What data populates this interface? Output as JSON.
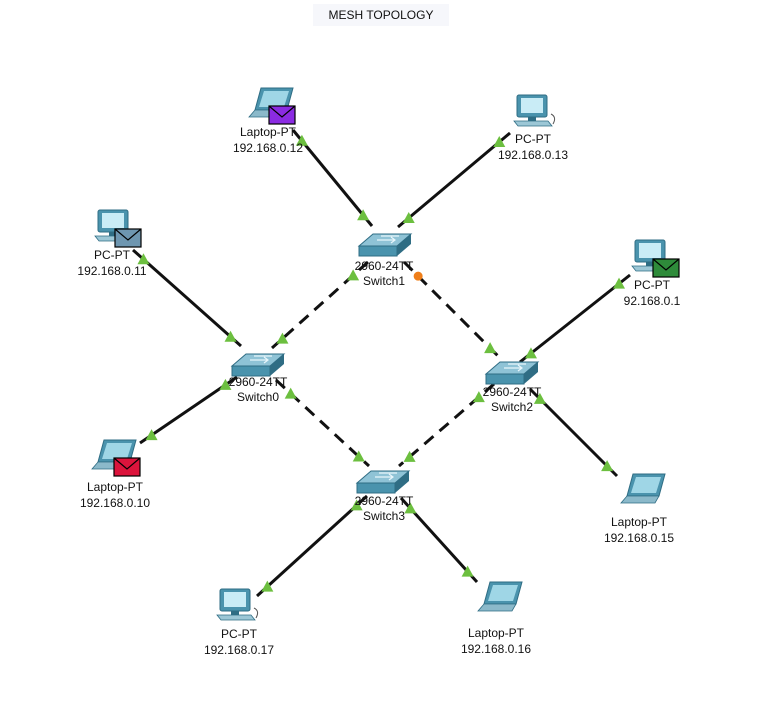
{
  "title": "MESH TOPOLOGY",
  "colors": {
    "link": "#111111",
    "link_up": "#6cbf3f",
    "link_pending": "#ef7f1a",
    "device": "#4a93ad",
    "device_dark": "#2f6d84",
    "envelope_purple": "#8b2be2",
    "envelope_blue": "#6e96b0",
    "envelope_green": "#2e8b3a",
    "envelope_red": "#dc143c"
  },
  "switches": [
    {
      "id": "sw1",
      "model": "2960-24TT",
      "name": "Switch1"
    },
    {
      "id": "sw0",
      "model": "2960-24TT",
      "name": "Switch0"
    },
    {
      "id": "sw2",
      "model": "2960-24TT",
      "name": "Switch2"
    },
    {
      "id": "sw3",
      "model": "2960-24TT",
      "name": "Switch3"
    }
  ],
  "end_devices": [
    {
      "id": "lap12",
      "type": "laptop",
      "label": "Laptop-PT",
      "ip": "192.168.0.12",
      "envelope": "purple"
    },
    {
      "id": "pc13",
      "type": "pc",
      "label": "PC-PT",
      "ip": "192.168.0.13",
      "envelope": ""
    },
    {
      "id": "pc11",
      "type": "pc",
      "label": "PC-PT",
      "ip": "192.168.0.11",
      "envelope": "blue"
    },
    {
      "id": "pc14",
      "type": "pc",
      "label": "PC-PT",
      "ip": "92.168.0.1",
      "envelope": "green"
    },
    {
      "id": "lap10",
      "type": "laptop",
      "label": "Laptop-PT",
      "ip": "192.168.0.10",
      "envelope": "red"
    },
    {
      "id": "lap15",
      "type": "laptop",
      "label": "Laptop-PT",
      "ip": "192.168.0.15",
      "envelope": ""
    },
    {
      "id": "pc17",
      "type": "pc",
      "label": "PC-PT",
      "ip": "192.168.0.17",
      "envelope": ""
    },
    {
      "id": "lap16",
      "type": "laptop",
      "label": "Laptop-PT",
      "ip": "192.168.0.16",
      "envelope": ""
    }
  ],
  "links": [
    {
      "from": "lap12",
      "to": "sw1",
      "style": "straight"
    },
    {
      "from": "pc13",
      "to": "sw1",
      "style": "straight"
    },
    {
      "from": "pc11",
      "to": "sw0",
      "style": "straight"
    },
    {
      "from": "pc14",
      "to": "sw2",
      "style": "straight"
    },
    {
      "from": "lap10",
      "to": "sw0",
      "style": "straight"
    },
    {
      "from": "lap15",
      "to": "sw2",
      "style": "straight"
    },
    {
      "from": "pc17",
      "to": "sw3",
      "style": "straight"
    },
    {
      "from": "lap16",
      "to": "sw3",
      "style": "straight"
    },
    {
      "from": "sw1",
      "to": "sw0",
      "style": "crossover"
    },
    {
      "from": "sw1",
      "to": "sw2",
      "style": "crossover"
    },
    {
      "from": "sw0",
      "to": "sw3",
      "style": "crossover"
    },
    {
      "from": "sw2",
      "to": "sw3",
      "style": "crossover"
    }
  ]
}
